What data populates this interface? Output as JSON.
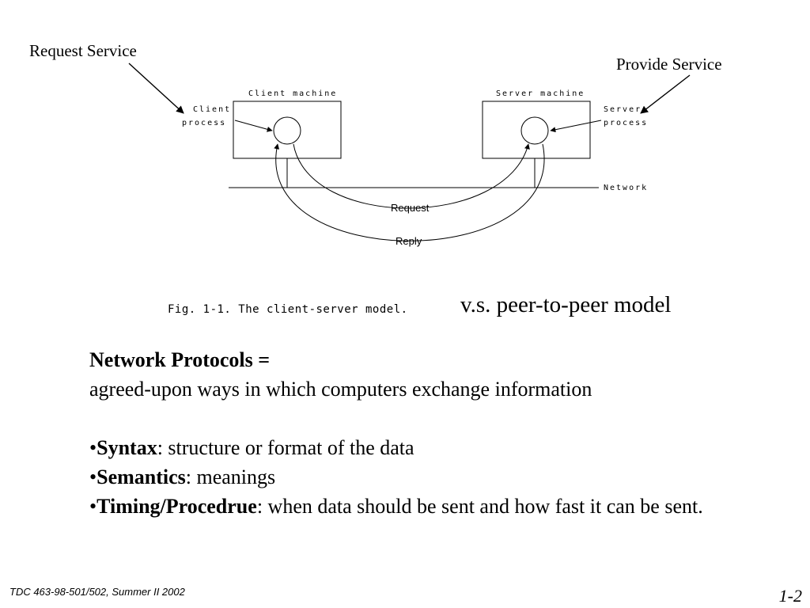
{
  "callouts": {
    "left": "Request Service",
    "right": "Provide Service"
  },
  "diagram": {
    "client_machine": "Client machine",
    "client_process_1": "Client",
    "client_process_2": "process",
    "server_machine": "Server machine",
    "server_process_1": "Server",
    "server_process_2": "process",
    "network": "Network",
    "request": "Request",
    "reply": "Reply"
  },
  "caption": "Fig. 1-1. The client-server model.",
  "peer_note": "v.s. peer-to-peer model",
  "content": {
    "heading": "Network Protocols =",
    "definition": "agreed-upon ways in which computers exchange information",
    "bullet_glyph": "•",
    "bullets": [
      {
        "term": "Syntax",
        "desc": ": structure or format of the data"
      },
      {
        "term": "Semantics",
        "desc": ": meanings"
      },
      {
        "term": "Timing/Procedrue",
        "desc": ": when data should be sent and how fast it can be sent."
      }
    ]
  },
  "footer": {
    "course": "TDC 463-98-501/502, Summer II 2002",
    "page": "1-2"
  }
}
